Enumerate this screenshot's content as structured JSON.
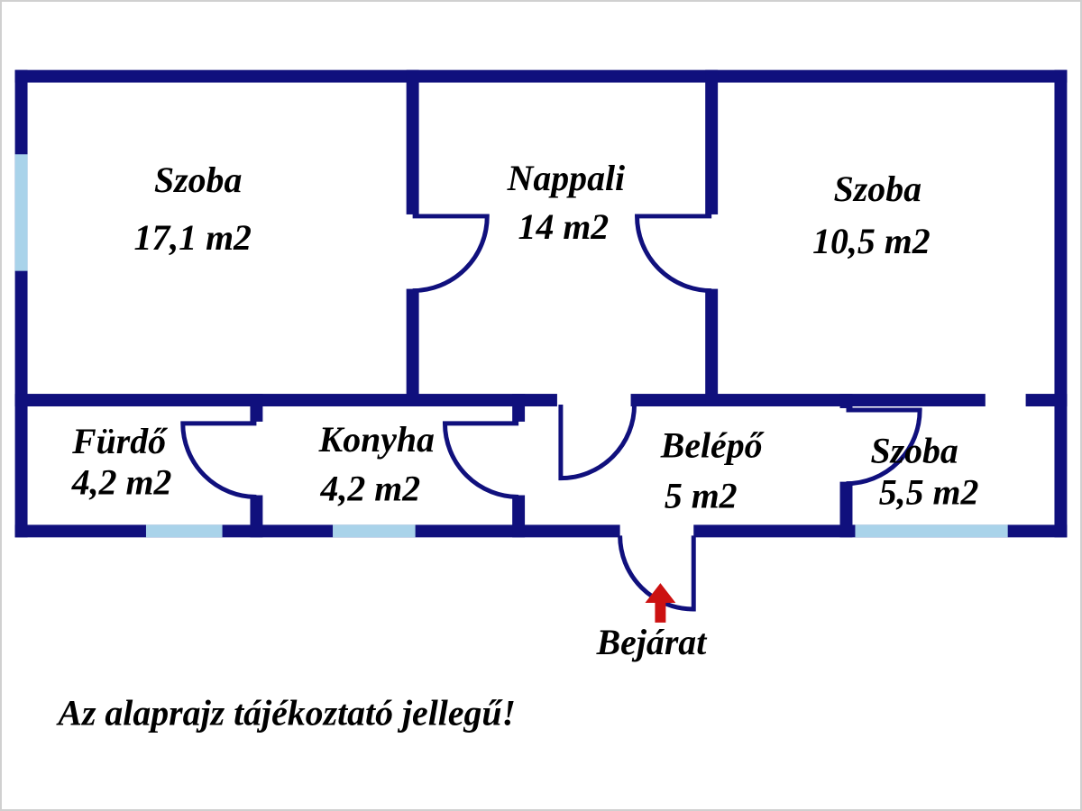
{
  "title": "Alaprajz (floor plan)",
  "colors": {
    "wall": "#10107d",
    "window": "#a9d3ea",
    "door": "#10107d",
    "arrow": "#cc1111",
    "background": "#ffffff",
    "frame_border": "#d0d0d0",
    "text": "#000000"
  },
  "rooms": [
    {
      "name": "Szoba",
      "area": "17,1 m2"
    },
    {
      "name": "Nappali",
      "area": "14 m2"
    },
    {
      "name": "Szoba",
      "area": "10,5 m2"
    },
    {
      "name": "Fürdő",
      "area": "4,2 m2"
    },
    {
      "name": "Konyha",
      "area": "4,2 m2"
    },
    {
      "name": "Belépő",
      "area": "5 m2"
    },
    {
      "name": "Szoba",
      "area": "5,5 m2"
    }
  ],
  "entrance": {
    "label": "Bejárat"
  },
  "caption": "Az alaprajz tájékoztató jellegű!"
}
